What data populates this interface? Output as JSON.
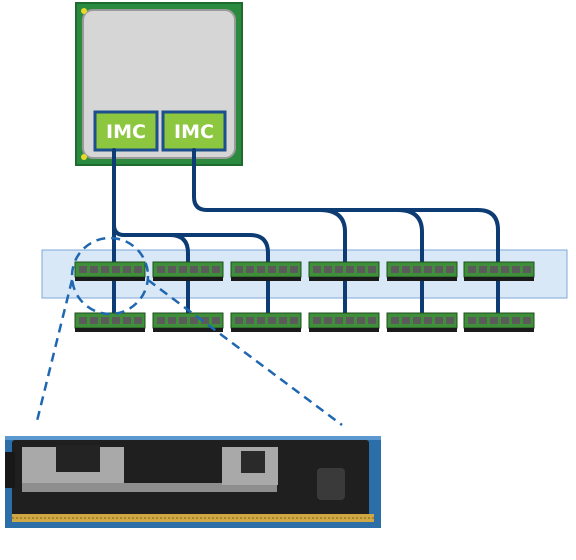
{
  "cpu": {
    "controllers": [
      {
        "label": "IMC"
      },
      {
        "label": "IMC"
      }
    ]
  },
  "dimm_slots": {
    "channels": 6,
    "slots_per_channel": 2
  },
  "colors": {
    "pcb_green": "#2b8a3e",
    "cpu_body": "#d6d6d6",
    "imc_fill": "#8dc63f",
    "imc_border": "#1c4f8c",
    "bus": "#0d3b73",
    "highlight_band": "#d9e8f7",
    "dimm_green": "#3f8f3a",
    "dashed": "#1f67b1"
  }
}
